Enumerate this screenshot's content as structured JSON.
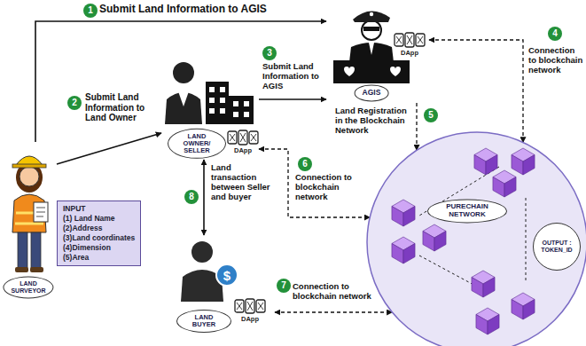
{
  "diagram": {
    "nodes": [
      {
        "text": [
          "LAND SURVEYOR"
        ]
      },
      {
        "text": [
          "INPUT",
          "(1) Land Name",
          "(2)Address",
          "(3)Land coordinates",
          "(4)Dimension",
          "(5)Area"
        ]
      },
      {
        "text": [
          "LAND OWNER/ SELLER"
        ]
      },
      {
        "text": [
          "AGIS"
        ]
      },
      {
        "text": [
          "LAND BUYER"
        ]
      },
      {
        "text": [
          "PURECHAIN NETWORK",
          "OUTPUT : TOKEN_ID"
        ]
      }
    ],
    "edges": [
      {
        "from": 0,
        "to": 3,
        "arrow": "to",
        "label": "Submit Land Information to AGIS"
      },
      {
        "from": 0,
        "to": 2,
        "arrow": "to",
        "label": "Submit Land Information to Land Owner"
      },
      {
        "from": 2,
        "to": 3,
        "arrow": "to",
        "label": "Submit Land Information to AGIS"
      },
      {
        "from": 3,
        "to": 5,
        "arrow": "both",
        "label": "Connection to blockchain network"
      },
      {
        "from": 3,
        "to": 5,
        "arrow": "to",
        "label": "Land Registration in the Blockchain Network"
      },
      {
        "from": 2,
        "to": 5,
        "arrow": "both",
        "label": "Connection to blockchain network"
      },
      {
        "from": 4,
        "to": 5,
        "arrow": "both",
        "label": "Connection to blockchain network"
      },
      {
        "from": 2,
        "to": 4,
        "arrow": "both",
        "label": "Land transaction between Seller and buyer"
      }
    ],
    "labels": [
      "1",
      "2",
      "3",
      "4",
      "5",
      "6",
      "7",
      "8",
      "DApp",
      "DApp",
      "DApp",
      "$"
    ]
  }
}
